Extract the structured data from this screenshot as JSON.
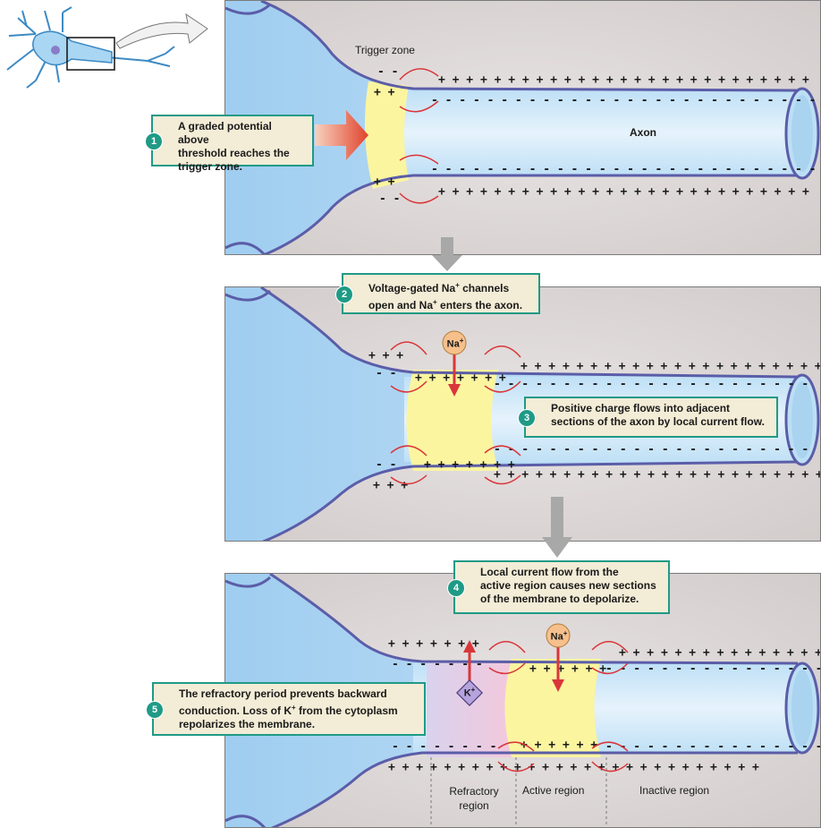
{
  "colors": {
    "accent": "#1f9a86",
    "axon_fill": "#c7e3f6",
    "membrane": "#5b5da8",
    "depolarized": "#fbf5a0",
    "refractory": "#e3c8e8",
    "current_arrow": "#d9363a",
    "background": "#dcd7d6"
  },
  "panel1": {
    "trigger_label": "Trigger zone",
    "axon_label": "Axon",
    "step1": {
      "number": "1",
      "text_l1": "A graded potential above",
      "text_l2": "threshold reaches the",
      "text_l3": "trigger zone."
    }
  },
  "panel2": {
    "step2": {
      "number": "2",
      "text_l1": "Voltage-gated Na",
      "sup1": "+",
      "text_l1b": " channels",
      "text_l2": "open and Na",
      "sup2": "+",
      "text_l2b": " enters the axon."
    },
    "na_label": "Na",
    "na_sup": "+",
    "step3": {
      "number": "3",
      "text_l1": "Positive charge flows into adjacent",
      "text_l2": "sections of the axon by local current flow."
    }
  },
  "panel3": {
    "step4": {
      "number": "4",
      "text_l1": "Local current flow from the",
      "text_l2": "active region causes new sections",
      "text_l3": "of the membrane to depolarize."
    },
    "step5": {
      "number": "5",
      "text_l1": "The refractory period prevents backward",
      "text_l2": "conduction. Loss of K",
      "sup": "+",
      "text_l2b": " from the cytoplasm",
      "text_l3": "repolarizes the membrane."
    },
    "na_label": "Na",
    "na_sup": "+",
    "k_label": "K",
    "k_sup": "+",
    "region_refractory_l1": "Refractory",
    "region_refractory_l2": "region",
    "region_active": "Active region",
    "region_inactive": "Inactive region"
  }
}
